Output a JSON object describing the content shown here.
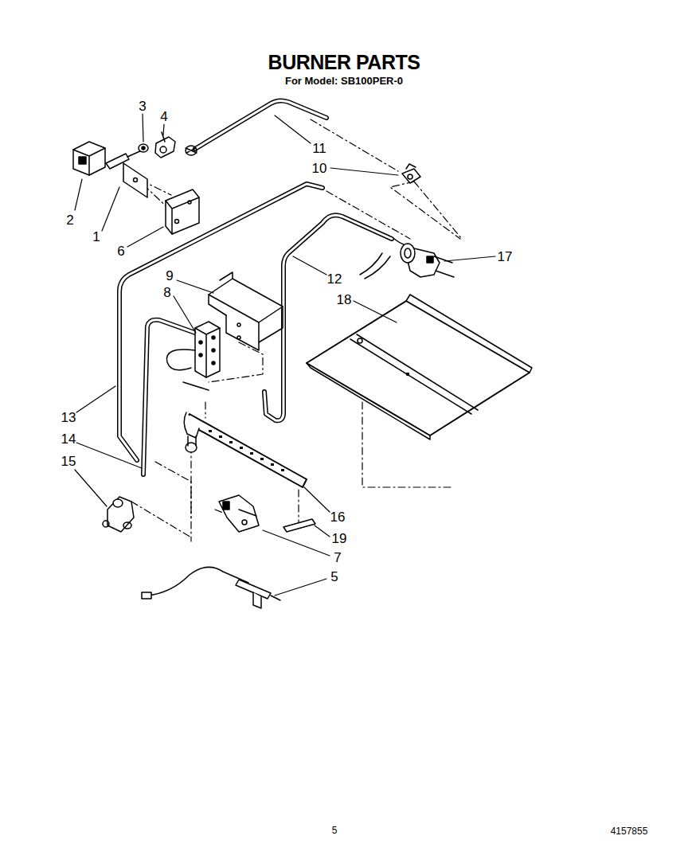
{
  "diagram": {
    "title": "BURNER PARTS",
    "labels": [
      "For Model: SB100PER-0",
      "3",
      "4",
      "11",
      "10",
      "2",
      "1",
      "6",
      "17",
      "9",
      "12",
      "8",
      "18",
      "13",
      "14",
      "15",
      "16",
      "19",
      "7",
      "5",
      "5",
      "4157855"
    ]
  }
}
